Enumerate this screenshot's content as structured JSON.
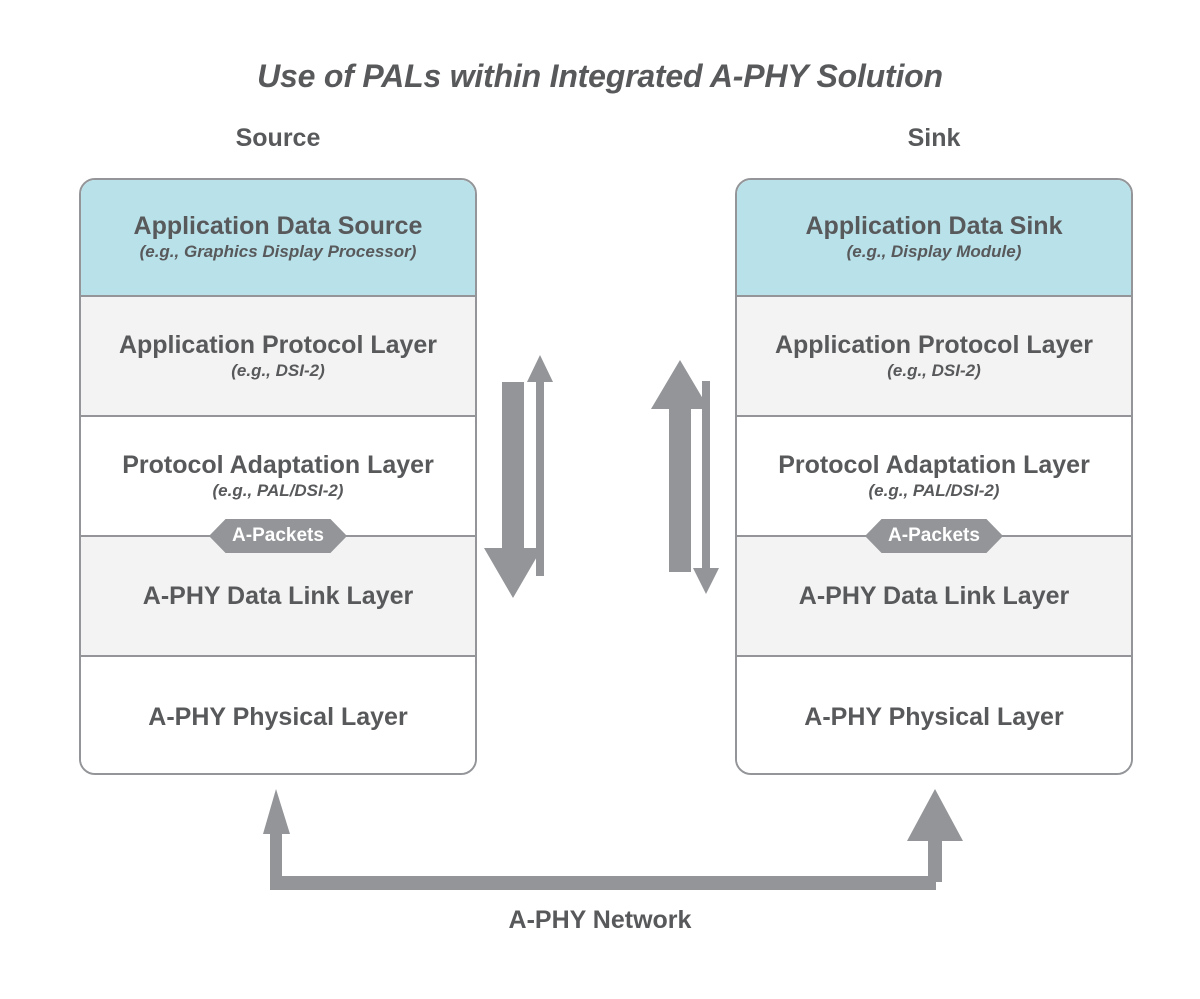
{
  "diagram": {
    "title": "Use of PALs within Integrated A-PHY Solution",
    "network_label": "A-PHY Network",
    "colors": {
      "accent_blue": "#b9e1e9",
      "row_grey": "#f3f3f3",
      "row_white": "#ffffff",
      "border_grey": "#939598",
      "text_grey": "#58595b",
      "arrow_grey": "#939598"
    }
  },
  "source": {
    "heading": "Source",
    "badge": "A-Packets",
    "layers": [
      {
        "title": "Application Data Source",
        "sub": "(e.g., Graphics Display Processor)",
        "fill": "blue"
      },
      {
        "title": "Application Protocol Layer",
        "sub": "(e.g., DSI-2)",
        "fill": "grey"
      },
      {
        "title": "Protocol Adaptation Layer",
        "sub": "(e.g., PAL/DSI-2)",
        "fill": "white"
      },
      {
        "title": "A-PHY Data Link Layer",
        "sub": "",
        "fill": "grey"
      },
      {
        "title": "A-PHY Physical Layer",
        "sub": "",
        "fill": "white"
      }
    ]
  },
  "sink": {
    "heading": "Sink",
    "badge": "A-Packets",
    "layers": [
      {
        "title": "Application Data Sink",
        "sub": "(e.g., Display Module)",
        "fill": "blue"
      },
      {
        "title": "Application Protocol Layer",
        "sub": "(e.g., DSI-2)",
        "fill": "grey"
      },
      {
        "title": "Protocol Adaptation Layer",
        "sub": "(e.g., PAL/DSI-2)",
        "fill": "white"
      },
      {
        "title": "A-PHY Data Link Layer",
        "sub": "",
        "fill": "grey"
      },
      {
        "title": "A-PHY Physical Layer",
        "sub": "",
        "fill": "white"
      }
    ]
  },
  "arrows": {
    "source_downstream_thick": "downward-thick-arrow-source",
    "source_upstream_thin": "upward-thin-arrow-source",
    "sink_upstream_thick": "upward-thick-arrow-sink",
    "sink_downstream_thin": "downward-thin-arrow-sink",
    "network_connector": "network-u-connector"
  }
}
